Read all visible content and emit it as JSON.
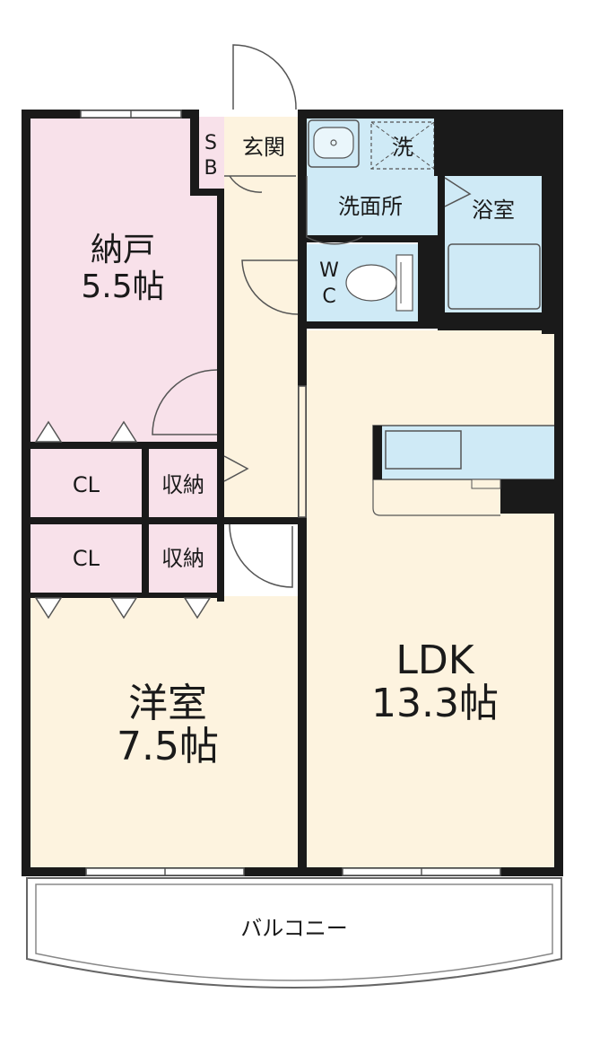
{
  "rooms": {
    "storage_room": {
      "name": "納戸",
      "size": "5.5帖"
    },
    "western_room": {
      "name": "洋室",
      "size": "7.5帖"
    },
    "ldk": {
      "name": "LDK",
      "size": "13.3帖"
    },
    "entrance": "玄関",
    "shoe_box": {
      "line1": "S",
      "line2": "B"
    },
    "washroom": "洗面所",
    "laundry": "洗",
    "bathroom": "浴室",
    "toilet": {
      "line1": "W",
      "line2": "C"
    },
    "closet_upper": "CL",
    "closet_lower": "CL",
    "storage_upper": "収納",
    "storage_lower": "収納",
    "balcony": "バルコニー"
  },
  "colors": {
    "wall": "#1a1a1a",
    "storage_room_fill": "#f8e1ea",
    "western_room_fill": "#fdf3df",
    "ldk_fill": "#fdf3df",
    "hall_fill": "#fdf3df",
    "wet_area_fill": "#cfeaf6",
    "closet_fill": "#f8e1ea"
  }
}
